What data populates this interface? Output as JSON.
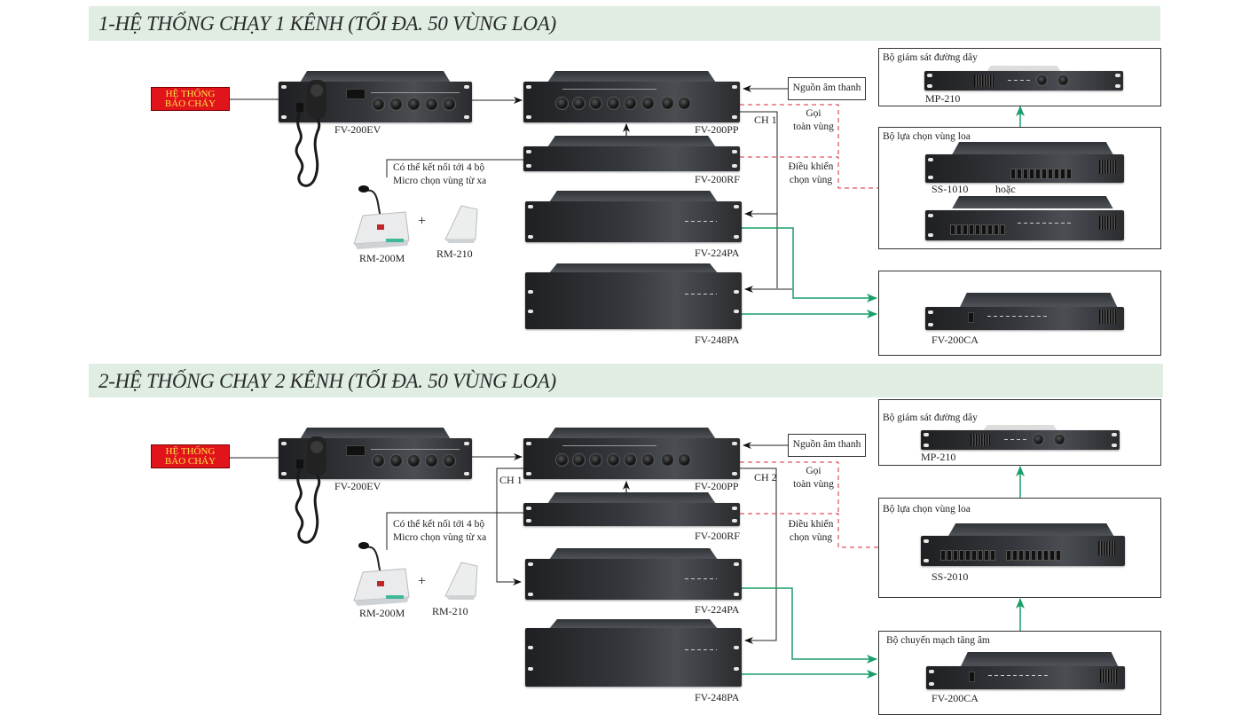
{
  "sections": [
    {
      "title": "1-HỆ THỐNG CHẠY 1 KÊNH (TỐI ĐA. 50 VÙNG LOA)",
      "fire_alarm": [
        "HỆ THỐNG",
        "BÁO CHÁY"
      ],
      "devices": {
        "ev": "FV-200EV",
        "pp": "FV-200PP",
        "rf": "FV-200RF",
        "pa224": "FV-224PA",
        "pa248": "FV-248PA",
        "rm200m": "RM-200M",
        "rm210": "RM-210",
        "mp210": "MP-210",
        "ss1010": "SS-1010",
        "ca": "FV-200CA"
      },
      "plus": "+",
      "or_label": "hoặc",
      "remote_note": [
        "Có thể kết nối tới 4 bộ",
        "Micro chọn vùng từ xa"
      ],
      "audio_source": "Nguồn âm thanh",
      "channel_labels": [
        "CH 1"
      ],
      "call_all": [
        "Gọi",
        "toàn vùng"
      ],
      "zone_control": [
        "Điều khiển",
        "chọn vùng"
      ],
      "boxes": {
        "monitor": "Bộ giám sát đường dây",
        "selector": "Bộ lựa chọn vùng loa"
      }
    },
    {
      "title": "2-HỆ THỐNG CHẠY 2 KÊNH   (TỐI ĐA. 50 VÙNG LOA)",
      "fire_alarm": [
        "HỆ THỐNG",
        "BÁO CHÁY"
      ],
      "devices": {
        "ev": "FV-200EV",
        "pp": "FV-200PP",
        "rf": "FV-200RF",
        "pa224": "FV-224PA",
        "pa248": "FV-248PA",
        "rm200m": "RM-200M",
        "rm210": "RM-210",
        "mp210": "MP-210",
        "ss2010": "SS-2010",
        "ca": "FV-200CA"
      },
      "plus": "+",
      "remote_note": [
        "Có thể kết nối tới 4 bộ",
        "Micro chọn vùng từ xa"
      ],
      "audio_source": "Nguồn âm thanh",
      "channel_labels": [
        "CH 1",
        "CH 2"
      ],
      "call_all": [
        "Gọi",
        "toàn vùng"
      ],
      "zone_control": [
        "Điều khiển",
        "chọn vùng"
      ],
      "boxes": {
        "monitor": "Bộ giám sát đường dây",
        "selector": "Bộ lựa chọn vùng loa",
        "switcher": "Bộ chuyển mạch tăng âm"
      }
    }
  ],
  "colors": {
    "band": "#dfede2",
    "fire_bg": "#e0141a",
    "fire_text": "#ffe14a",
    "signal_line": "#1a9e6a",
    "control_dash": "#d9283a",
    "wire": "#222222"
  }
}
